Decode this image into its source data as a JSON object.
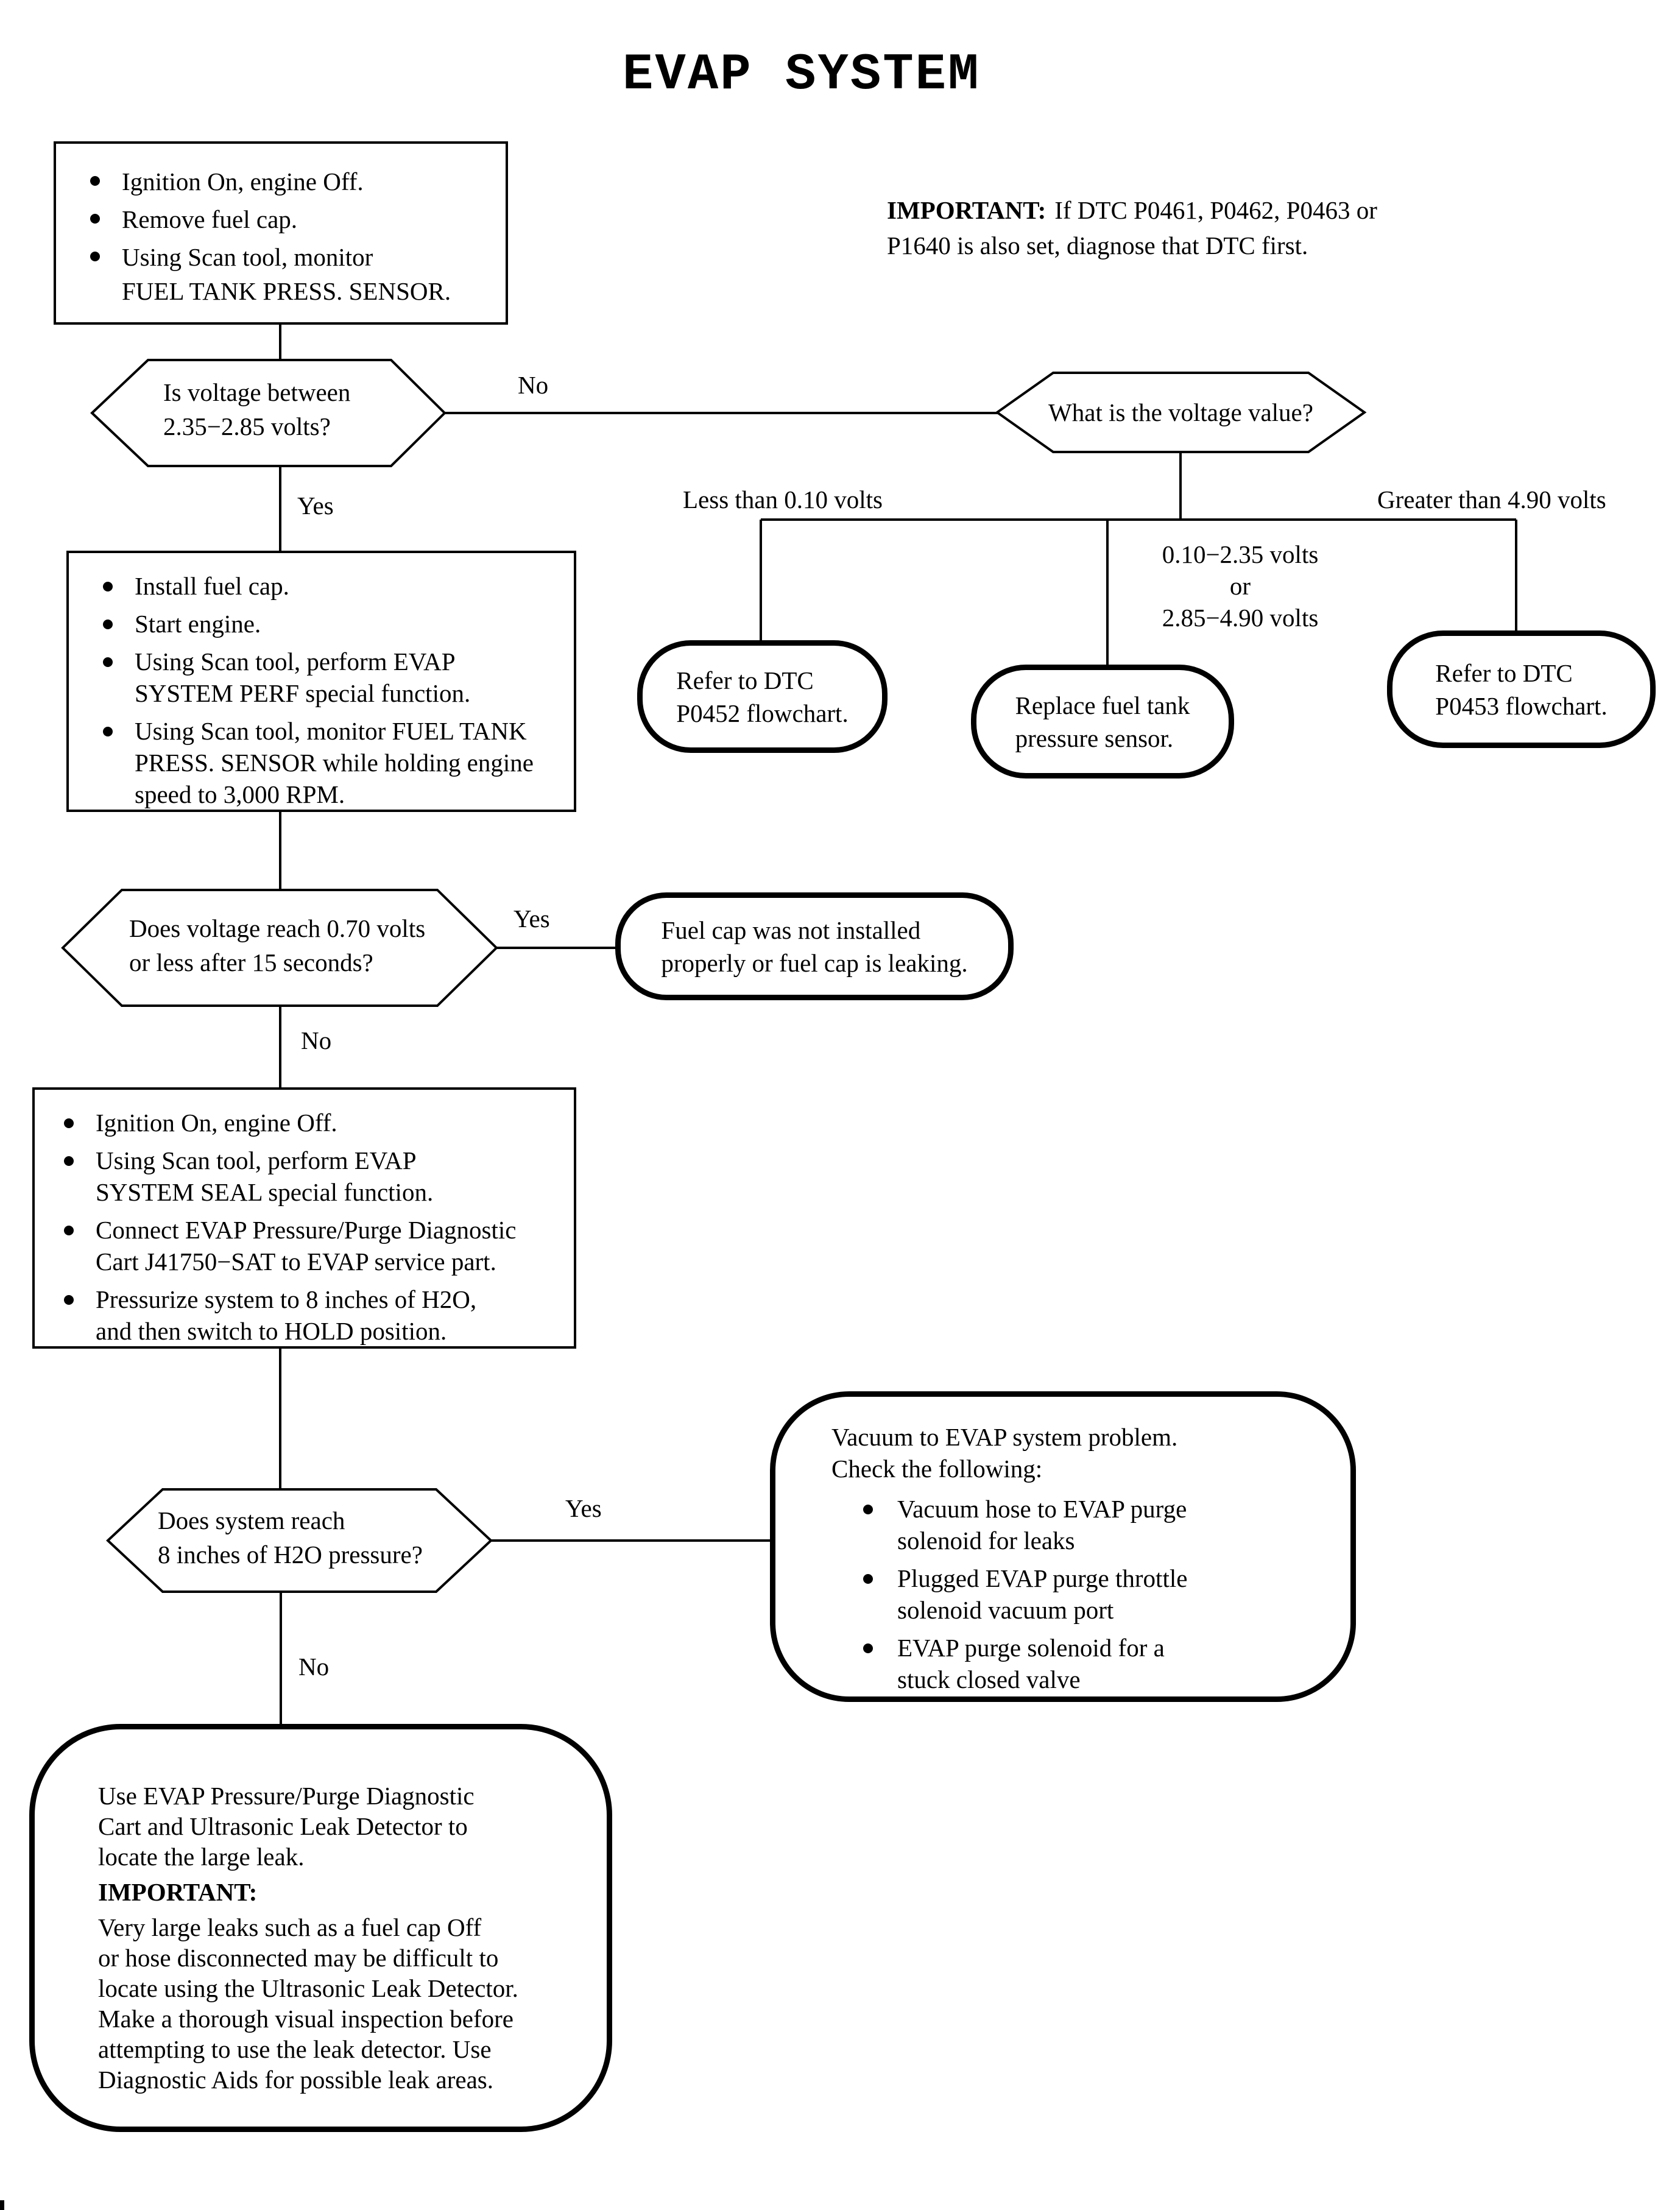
{
  "page": {
    "paper": "#ffffff",
    "ink": "#000000"
  },
  "title": "EVAP SYSTEM",
  "note": {
    "label": "IMPORTANT:",
    "text": "If DTC P0461, P0462, P0463 or\nP1640 is also set, diagnose that DTC first."
  },
  "start_box": {
    "bullets": [
      "Ignition On, engine Off.",
      "Remove fuel cap.",
      "Using Scan tool, monitor\nFUEL TANK PRESS. SENSOR."
    ]
  },
  "decision_voltage_range": {
    "text": "Is voltage between\n2.35−2.85 volts?",
    "no_label": "No",
    "yes_label": "Yes"
  },
  "decision_voltage_value": {
    "text": "What is the voltage value?",
    "branch_low": "Less than 0.10 volts",
    "branch_mid": "0.10−2.35 volts\nor\n2.85−4.90 volts",
    "branch_high": "Greater than 4.90 volts"
  },
  "terminal_p0452": {
    "text": "Refer to DTC\nP0452 flowchart."
  },
  "terminal_replace_sensor": {
    "text": "Replace fuel tank\npressure sensor."
  },
  "terminal_p0453": {
    "text": "Refer to DTC\nP0453 flowchart."
  },
  "perf_box": {
    "bullets": [
      "Install fuel cap.",
      "Start engine.",
      "Using Scan tool, perform EVAP\nSYSTEM PERF special function.",
      "Using Scan tool, monitor FUEL TANK\nPRESS. SENSOR while holding engine\nspeed to 3,000 RPM."
    ]
  },
  "decision_voltage_drop": {
    "text": "Does voltage reach 0.70 volts\nor less after 15 seconds?",
    "yes_label": "Yes",
    "no_label": "No"
  },
  "terminal_fuel_cap": {
    "text": "Fuel cap was not installed\nproperly or fuel cap is leaking."
  },
  "seal_box": {
    "bullets": [
      "Ignition On, engine Off.",
      "Using Scan tool, perform EVAP\nSYSTEM SEAL special function.",
      "Connect EVAP Pressure/Purge Diagnostic\nCart J41750−SAT to EVAP service part.",
      "Pressurize system to 8 inches of H2O,\nand then switch to HOLD position."
    ]
  },
  "decision_pressure": {
    "text": "Does system reach\n8 inches of H2O pressure?",
    "yes_label": "Yes",
    "no_label": "No"
  },
  "vacuum_box": {
    "intro": "Vacuum to EVAP system problem.\nCheck the following:",
    "bullets": [
      "Vacuum hose to EVAP purge\nsolenoid for leaks",
      "Plugged EVAP purge throttle\nsolenoid vacuum port",
      "EVAP purge solenoid for a\nstuck closed valve"
    ]
  },
  "leak_box": {
    "para1": "Use EVAP Pressure/Purge Diagnostic\nCart and Ultrasonic Leak Detector to\nlocate the large leak.",
    "label": "IMPORTANT:",
    "para2": "Very large leaks such as a fuel cap Off\nor hose disconnected may be difficult to\nlocate using the Ultrasonic Leak Detector.\nMake a thorough visual inspection before\nattempting to use the leak detector. Use\nDiagnostic Aids for possible leak areas."
  }
}
